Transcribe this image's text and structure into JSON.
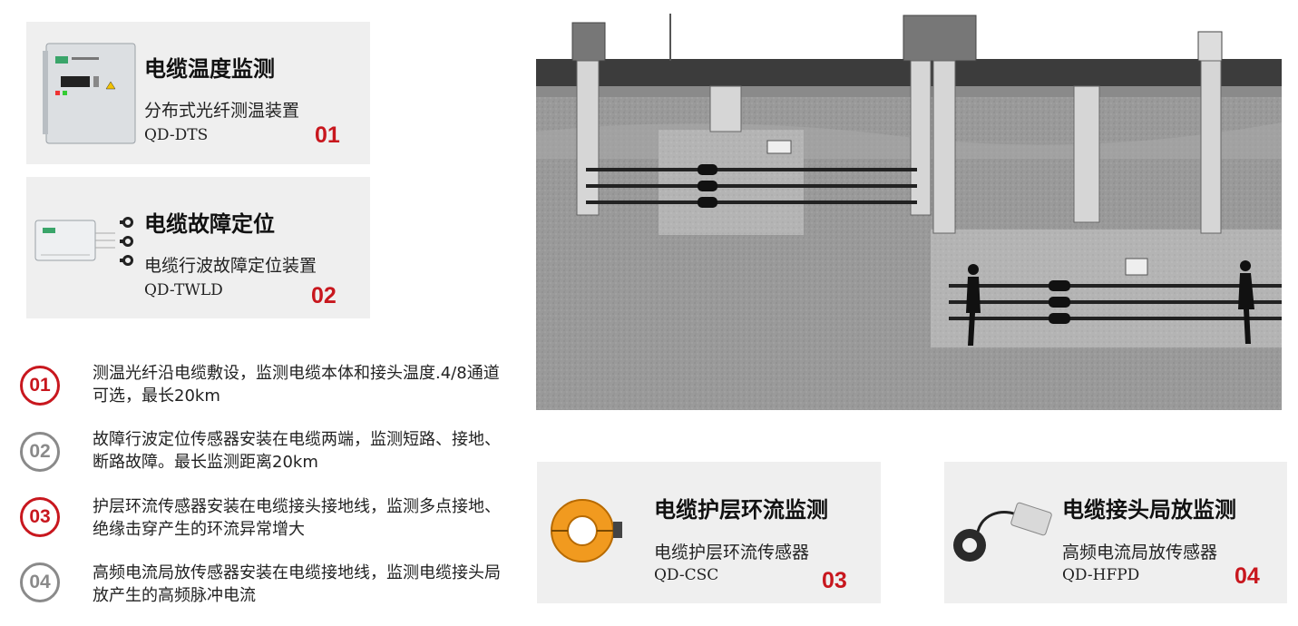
{
  "cards": [
    {
      "title": "电缆温度监测",
      "subtitle": "分布式光纤测温装置",
      "model": "QD-DTS",
      "number": "01"
    },
    {
      "title": "电缆故障定位",
      "subtitle": "电缆行波故障定位装置",
      "model": "QD-TWLD",
      "number": "02"
    },
    {
      "title": "电缆护层环流监测",
      "subtitle": "电缆护层环流传感器",
      "model": "QD-CSC",
      "number": "03"
    },
    {
      "title": "电缆接头局放监测",
      "subtitle": "高频电流局放传感器",
      "model": "QD-HFPD",
      "number": "04"
    }
  ],
  "features": [
    {
      "number": "01",
      "text": "测温光纤沿电缆敷设，监测电缆本体和接头温度.4/8通道可选，最长20km",
      "style": "red"
    },
    {
      "number": "02",
      "text": "故障行波定位传感器安装在电缆两端，监测短路、接地、断路故障。最长监测距离20km",
      "style": "grey"
    },
    {
      "number": "03",
      "text": "护层环流传感器安装在电缆接头接地线，监测多点接地、绝缘击穿产生的环流异常增大",
      "style": "red"
    },
    {
      "number": "04",
      "text": "高频电流局放传感器安装在电缆接地线，监测电缆接头局放产生的高频脉冲电流",
      "style": "grey"
    }
  ],
  "colors": {
    "accent": "#c8171e",
    "muted": "#8a8a8a",
    "card_bg": "#efefef"
  }
}
